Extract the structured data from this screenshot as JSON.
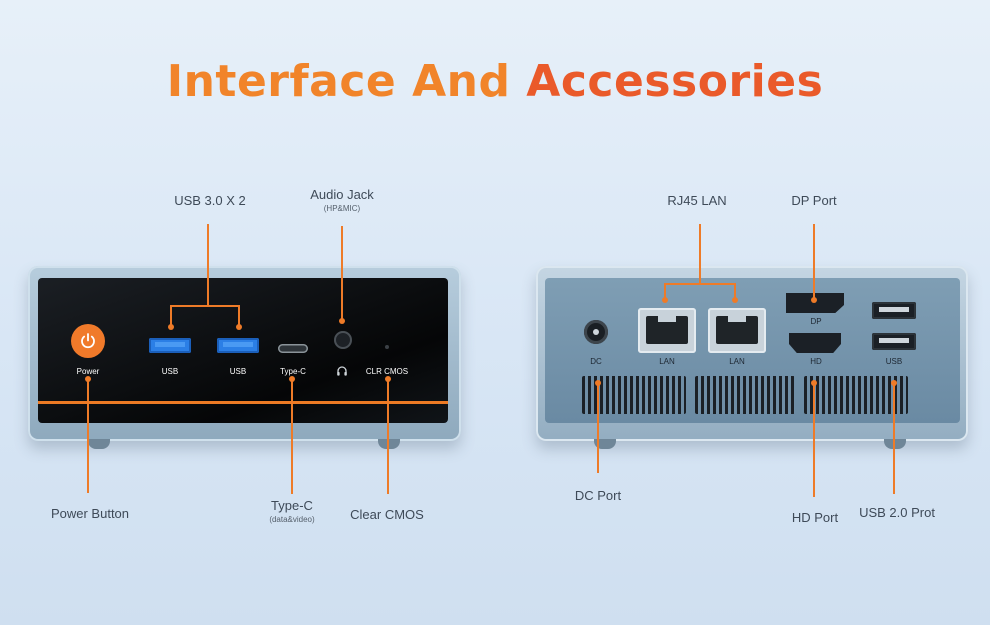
{
  "title": {
    "part1": "Interface And ",
    "part2": "Accessories"
  },
  "front": {
    "callouts": {
      "usb30": "USB 3.0 X 2",
      "audio_jack": "Audio Jack",
      "audio_jack_sub": "(HP&MIC)",
      "power_button": "Power Button",
      "type_c": "Type-C",
      "type_c_sub": "(data&video)",
      "clear_cmos": "Clear CMOS"
    },
    "port_labels": {
      "power": "Power",
      "usb_left": "USB",
      "usb_right": "USB",
      "type_c": "Type-C",
      "clr_cmos": "CLR CMOS"
    }
  },
  "rear": {
    "callouts": {
      "rj45": "RJ45 LAN",
      "dp_port": "DP Port",
      "dc_port": "DC Port",
      "hd_port": "HD Port",
      "usb20": "USB 2.0  Prot"
    },
    "port_labels": {
      "dc": "DC",
      "lan_left": "LAN",
      "lan_right": "LAN",
      "dp": "DP",
      "hd": "HD",
      "usb": "USB"
    }
  },
  "colors": {
    "accent_orange": "#ee7b28",
    "title_orange": "#f1842a",
    "title_red": "#ea5a2a",
    "usb3_blue": "#2b7fe6"
  },
  "icons": [
    "power-icon",
    "headphone-icon"
  ]
}
